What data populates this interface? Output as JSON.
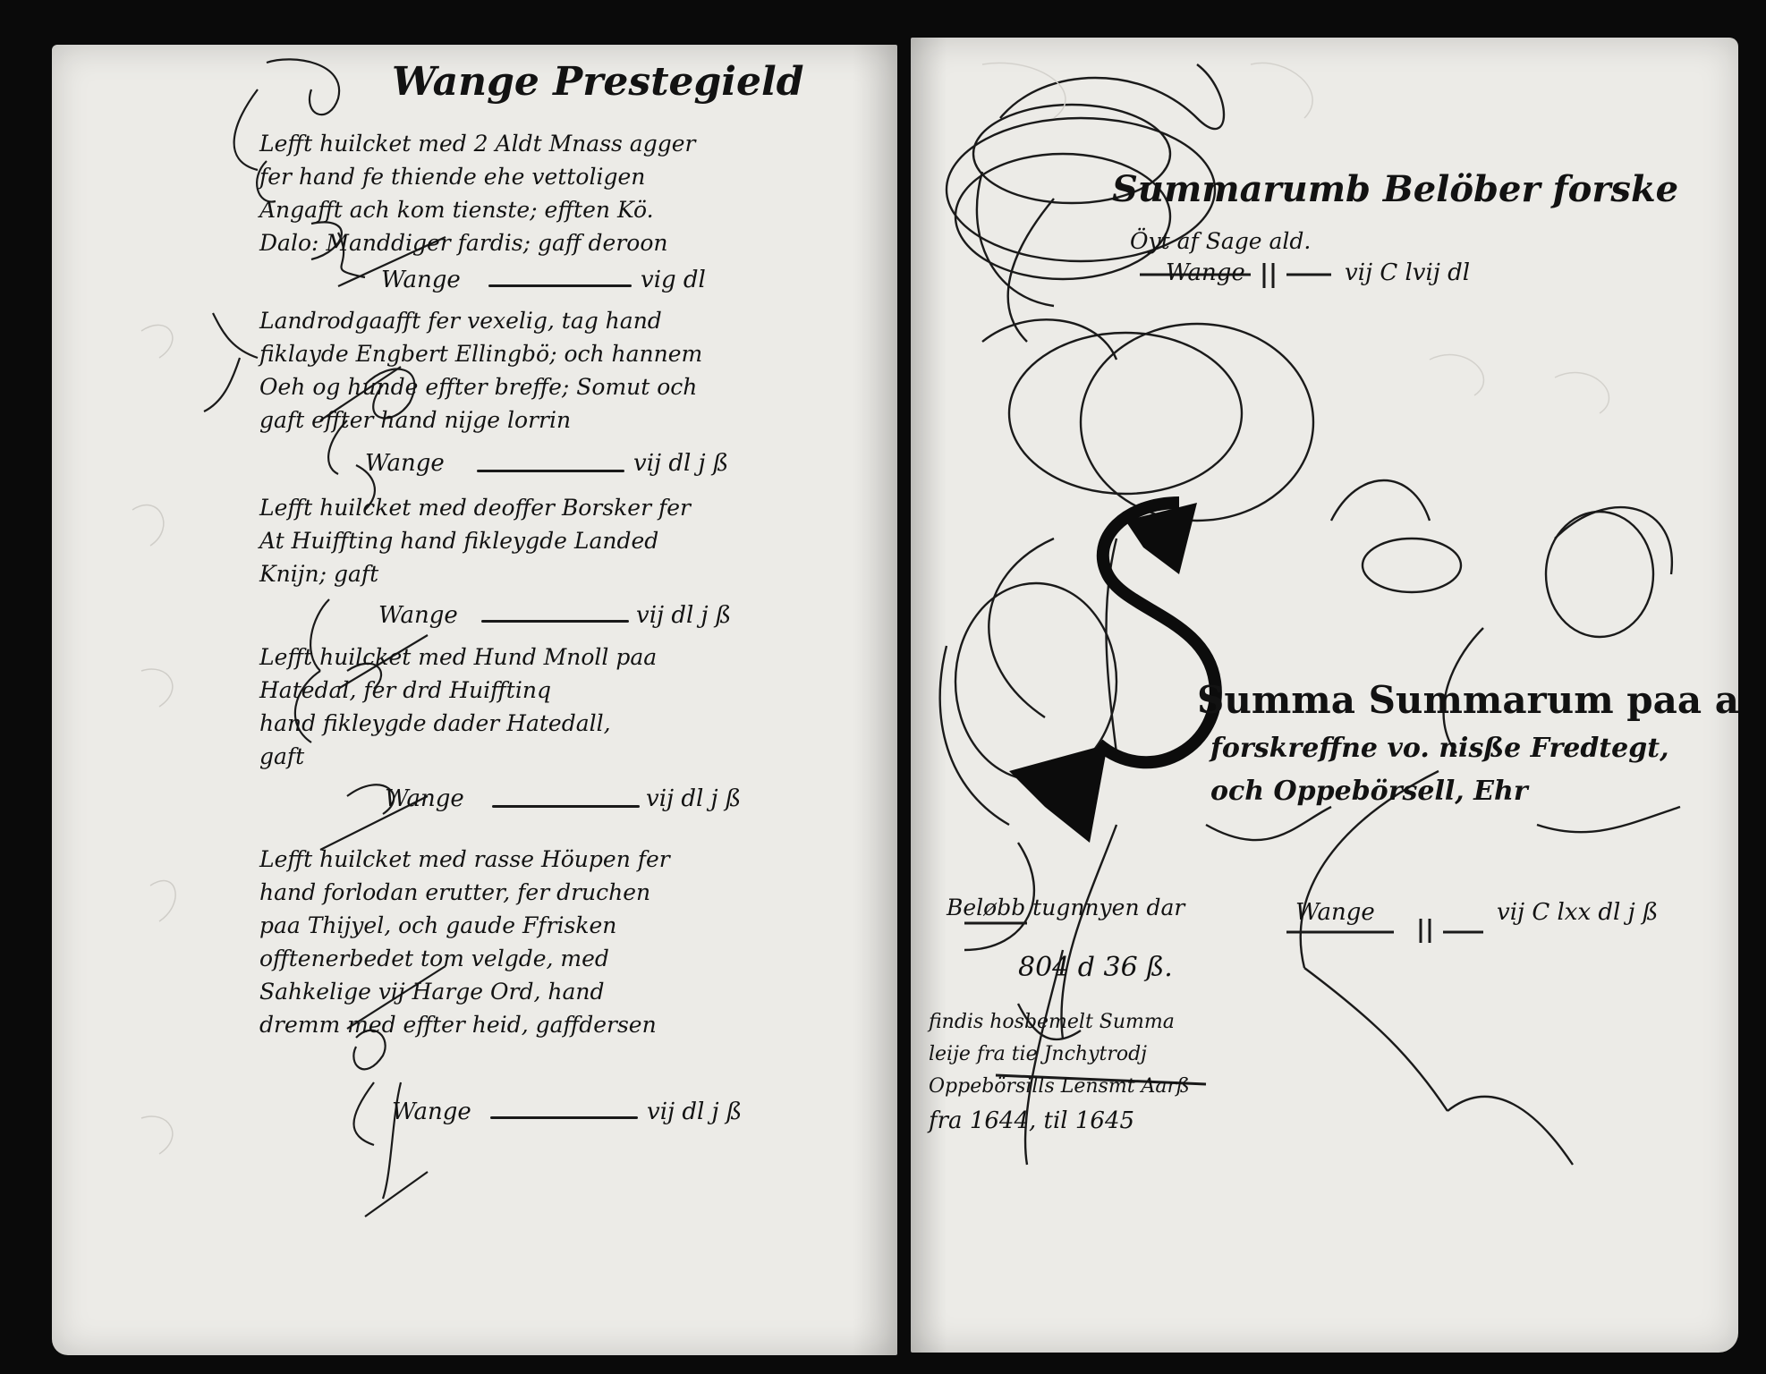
{
  "left_page": {
    "heading": "Wange Prestegield",
    "entries": [
      {
        "lines": [
          "Lefft huilcket med 2 Aldt Mnass agger",
          "fer hand fe thiende ehe vettoligen",
          "Angafft ach kom tienste; efften Kö.",
          "Dalo: Manddiger fardis; gaff deroon"
        ],
        "amount_label": "Wange",
        "amount_value": "vig dl"
      },
      {
        "lines": [
          "Landrodgaafft fer vexelig, tag hand",
          "fiklayde Engbert Ellingbö; och hannem",
          "Oeh og hunde effter breffe; Somut och",
          "gaft effter hand nijge lorrin"
        ],
        "amount_label": "Wange",
        "amount_value": "vij dl j ß"
      },
      {
        "lines": [
          "Lefft huilcket med deoffer Borsker fer",
          "At Huiffting hand fikleygde Landed",
          "Knijn; gaft"
        ],
        "amount_label": "Wange",
        "amount_value": "vij dl j ß"
      },
      {
        "lines": [
          "Lefft huilcket med Hund Mnoll paa",
          "Hatedal, fer drd Huifftinq",
          "hand fikleygde dader Hatedall,",
          "gaft"
        ],
        "amount_label": "Wange",
        "amount_value": "vij dl j ß"
      },
      {
        "lines": [
          "Lefft huilcket med rasse Höupen fer",
          "hand forlodan erutter, fer druchen",
          "paa Thijyel, och gaude Ffrisken",
          "offtenerbedet tom velgde, med",
          "Sahkelige vij Harge Ord, hand",
          "dremm med effter heid, gaffdersen"
        ],
        "amount_label": "Wange",
        "amount_value": "vij dl j ß"
      }
    ]
  },
  "right_page": {
    "summarum_line1": "Summarumb Belöber forske",
    "summarum_line2": "Öyt af Sage ald.",
    "summarum_amount_label": "Wange",
    "summarum_amount_value": "vij C lvij dl",
    "summa_line1": "Summa Summarum paa alld",
    "summa_line2": "forskreffne vo. nisße Fredtegt,",
    "summa_line3": "och Oppebörsell, Ehr",
    "summa_amount_label": "Wange",
    "summa_amount_value": "vij C lxx dl j ß",
    "belob_line1": "Beløbb tugnnyen dar",
    "belob_line2": "804 d 36 ß.",
    "note_lines": [
      "findis hosbemelt Summa",
      "leije fra tie Jnchytrodj",
      "Oppebörsills Lensmt Aarß",
      "fra 1644, til 1645"
    ]
  }
}
